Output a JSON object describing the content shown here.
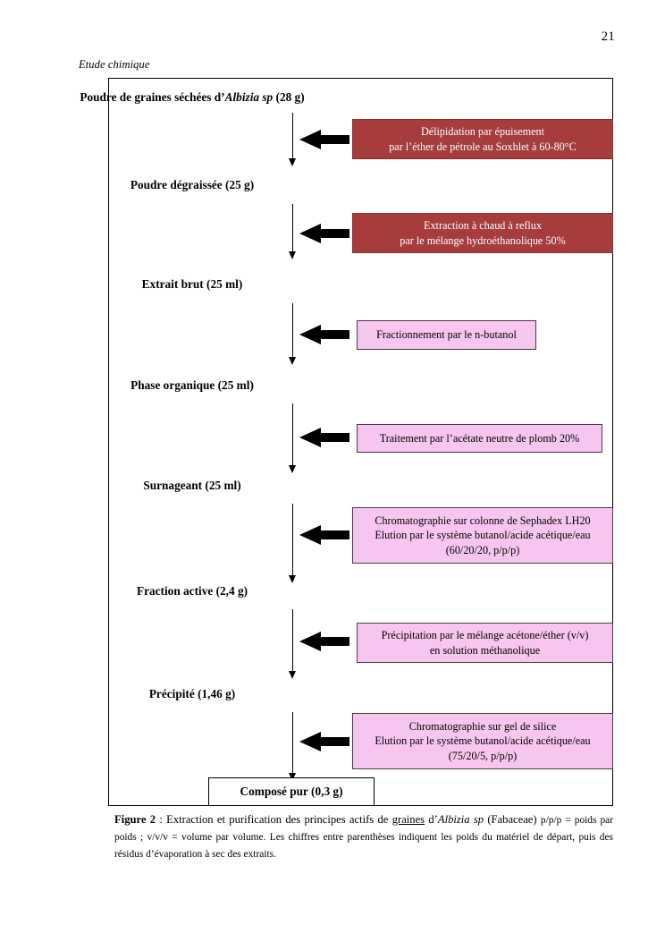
{
  "page": {
    "number": "21",
    "running_head": "Etude chimique"
  },
  "figure": {
    "stages": [
      {
        "name": "starting-material",
        "text_before": "Poudre de graines séchées d’",
        "species": "Albizia sp",
        "text_after": " (28 g)"
      },
      {
        "name": "defatted-powder",
        "text_before": "Poudre dégraissée (25 g)",
        "species": "",
        "text_after": ""
      },
      {
        "name": "crude-extract",
        "text_before": "Extrait brut (25 ml)",
        "species": "",
        "text_after": ""
      },
      {
        "name": "organic-phase",
        "text_before": "Phase organique (25 ml)",
        "species": "",
        "text_after": ""
      },
      {
        "name": "supernatant",
        "text_before": "Surnageant (25 ml)",
        "species": "",
        "text_after": ""
      },
      {
        "name": "active-fraction",
        "text_before": "Fraction active (2,4 g)",
        "species": "",
        "text_after": ""
      },
      {
        "name": "precipitate",
        "text_before": "Précipité (1,46 g)",
        "species": "",
        "text_after": ""
      },
      {
        "name": "pure-compound",
        "text_before": "Composé pur (0,3 g)",
        "species": "",
        "text_after": ""
      }
    ],
    "treatments": [
      {
        "name": "delipidation",
        "style": "red",
        "lines": [
          "Délipidation par épuisement",
          "par l’éther de pétrole au Soxhlet à 60-80°C"
        ]
      },
      {
        "name": "hot-reflux-extraction",
        "style": "red",
        "lines": [
          "Extraction à chaud à reflux",
          "par le mélange hydroéthanolique 50%"
        ]
      },
      {
        "name": "n-butanol-fractionation",
        "style": "pink",
        "lines": [
          "Fractionnement par le n-butanol"
        ]
      },
      {
        "name": "lead-acetate-treatment",
        "style": "pink",
        "lines": [
          "Traitement par l’acétate neutre de plomb 20%"
        ]
      },
      {
        "name": "sephadex-chromatography",
        "style": "pink",
        "lines": [
          "Chromatographie sur colonne de Sephadex LH20",
          "Elution par le système butanol/acide acétique/eau",
          "(60/20/20, p/p/p)"
        ]
      },
      {
        "name": "acetone-ether-precipitation",
        "style": "pink",
        "lines": [
          "Précipitation par le mélange acétone/éther (v/v)",
          "en solution méthanolique"
        ]
      },
      {
        "name": "silica-gel-chromatography",
        "style": "pink",
        "lines": [
          "Chromatographie sur gel de silice",
          "Elution par le système butanol/acide acétique/eau",
          "(75/20/5, p/p/p)"
        ]
      }
    ],
    "colors": {
      "red_box": "#A63C3C",
      "pink_box": "#F6C6F0",
      "pink_border": "#4A3A48",
      "frame_border": "#000000"
    }
  },
  "caption": {
    "label": "Figure 2",
    "part1": " : Extraction et purification des principes actifs de ",
    "underlined": "graines",
    "part2": " d’",
    "species": "Albizia sp",
    "part3": " (Fabaceae) ",
    "small1": "p/p/p = poids par poids ; v/v/v = volume par volume. Les chiffres entre parenthèses indiquent les poids du matériel de départ, puis des résidus d’évaporation à sec des extraits."
  }
}
